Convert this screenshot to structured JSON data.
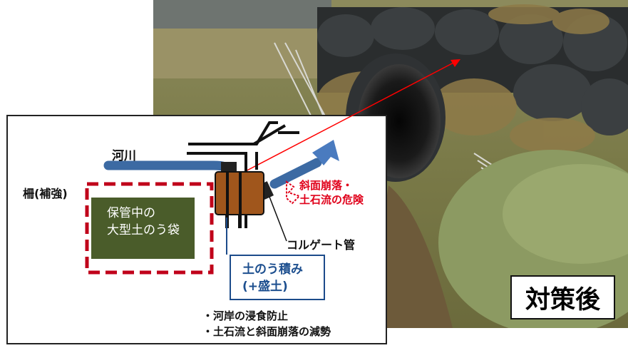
{
  "photo": {
    "description_icon": "culvert-photo"
  },
  "labels": {
    "river": "河川",
    "fence": "柵(補強)",
    "storage_lines": [
      "保管中の",
      "大型土のう袋"
    ],
    "hazard_lines": [
      "斜面崩落・",
      "土石流の危険"
    ],
    "corrugated_pipe": "コルゲート管",
    "sandbag_lines": [
      "土のう積み",
      "(+盛土)"
    ],
    "effects": [
      "・河岸の浸食防止",
      "・土石流と斜面崩落の減勢"
    ],
    "after_stamp": "対策後"
  },
  "colors": {
    "river_blue": "#3c6aa3",
    "fence_red": "#c0001a",
    "hazard_red": "#e0001a",
    "storage_green": "#4a5c2a",
    "pipe_brown": "#a0561c",
    "arrow_red": "#ff0000"
  }
}
